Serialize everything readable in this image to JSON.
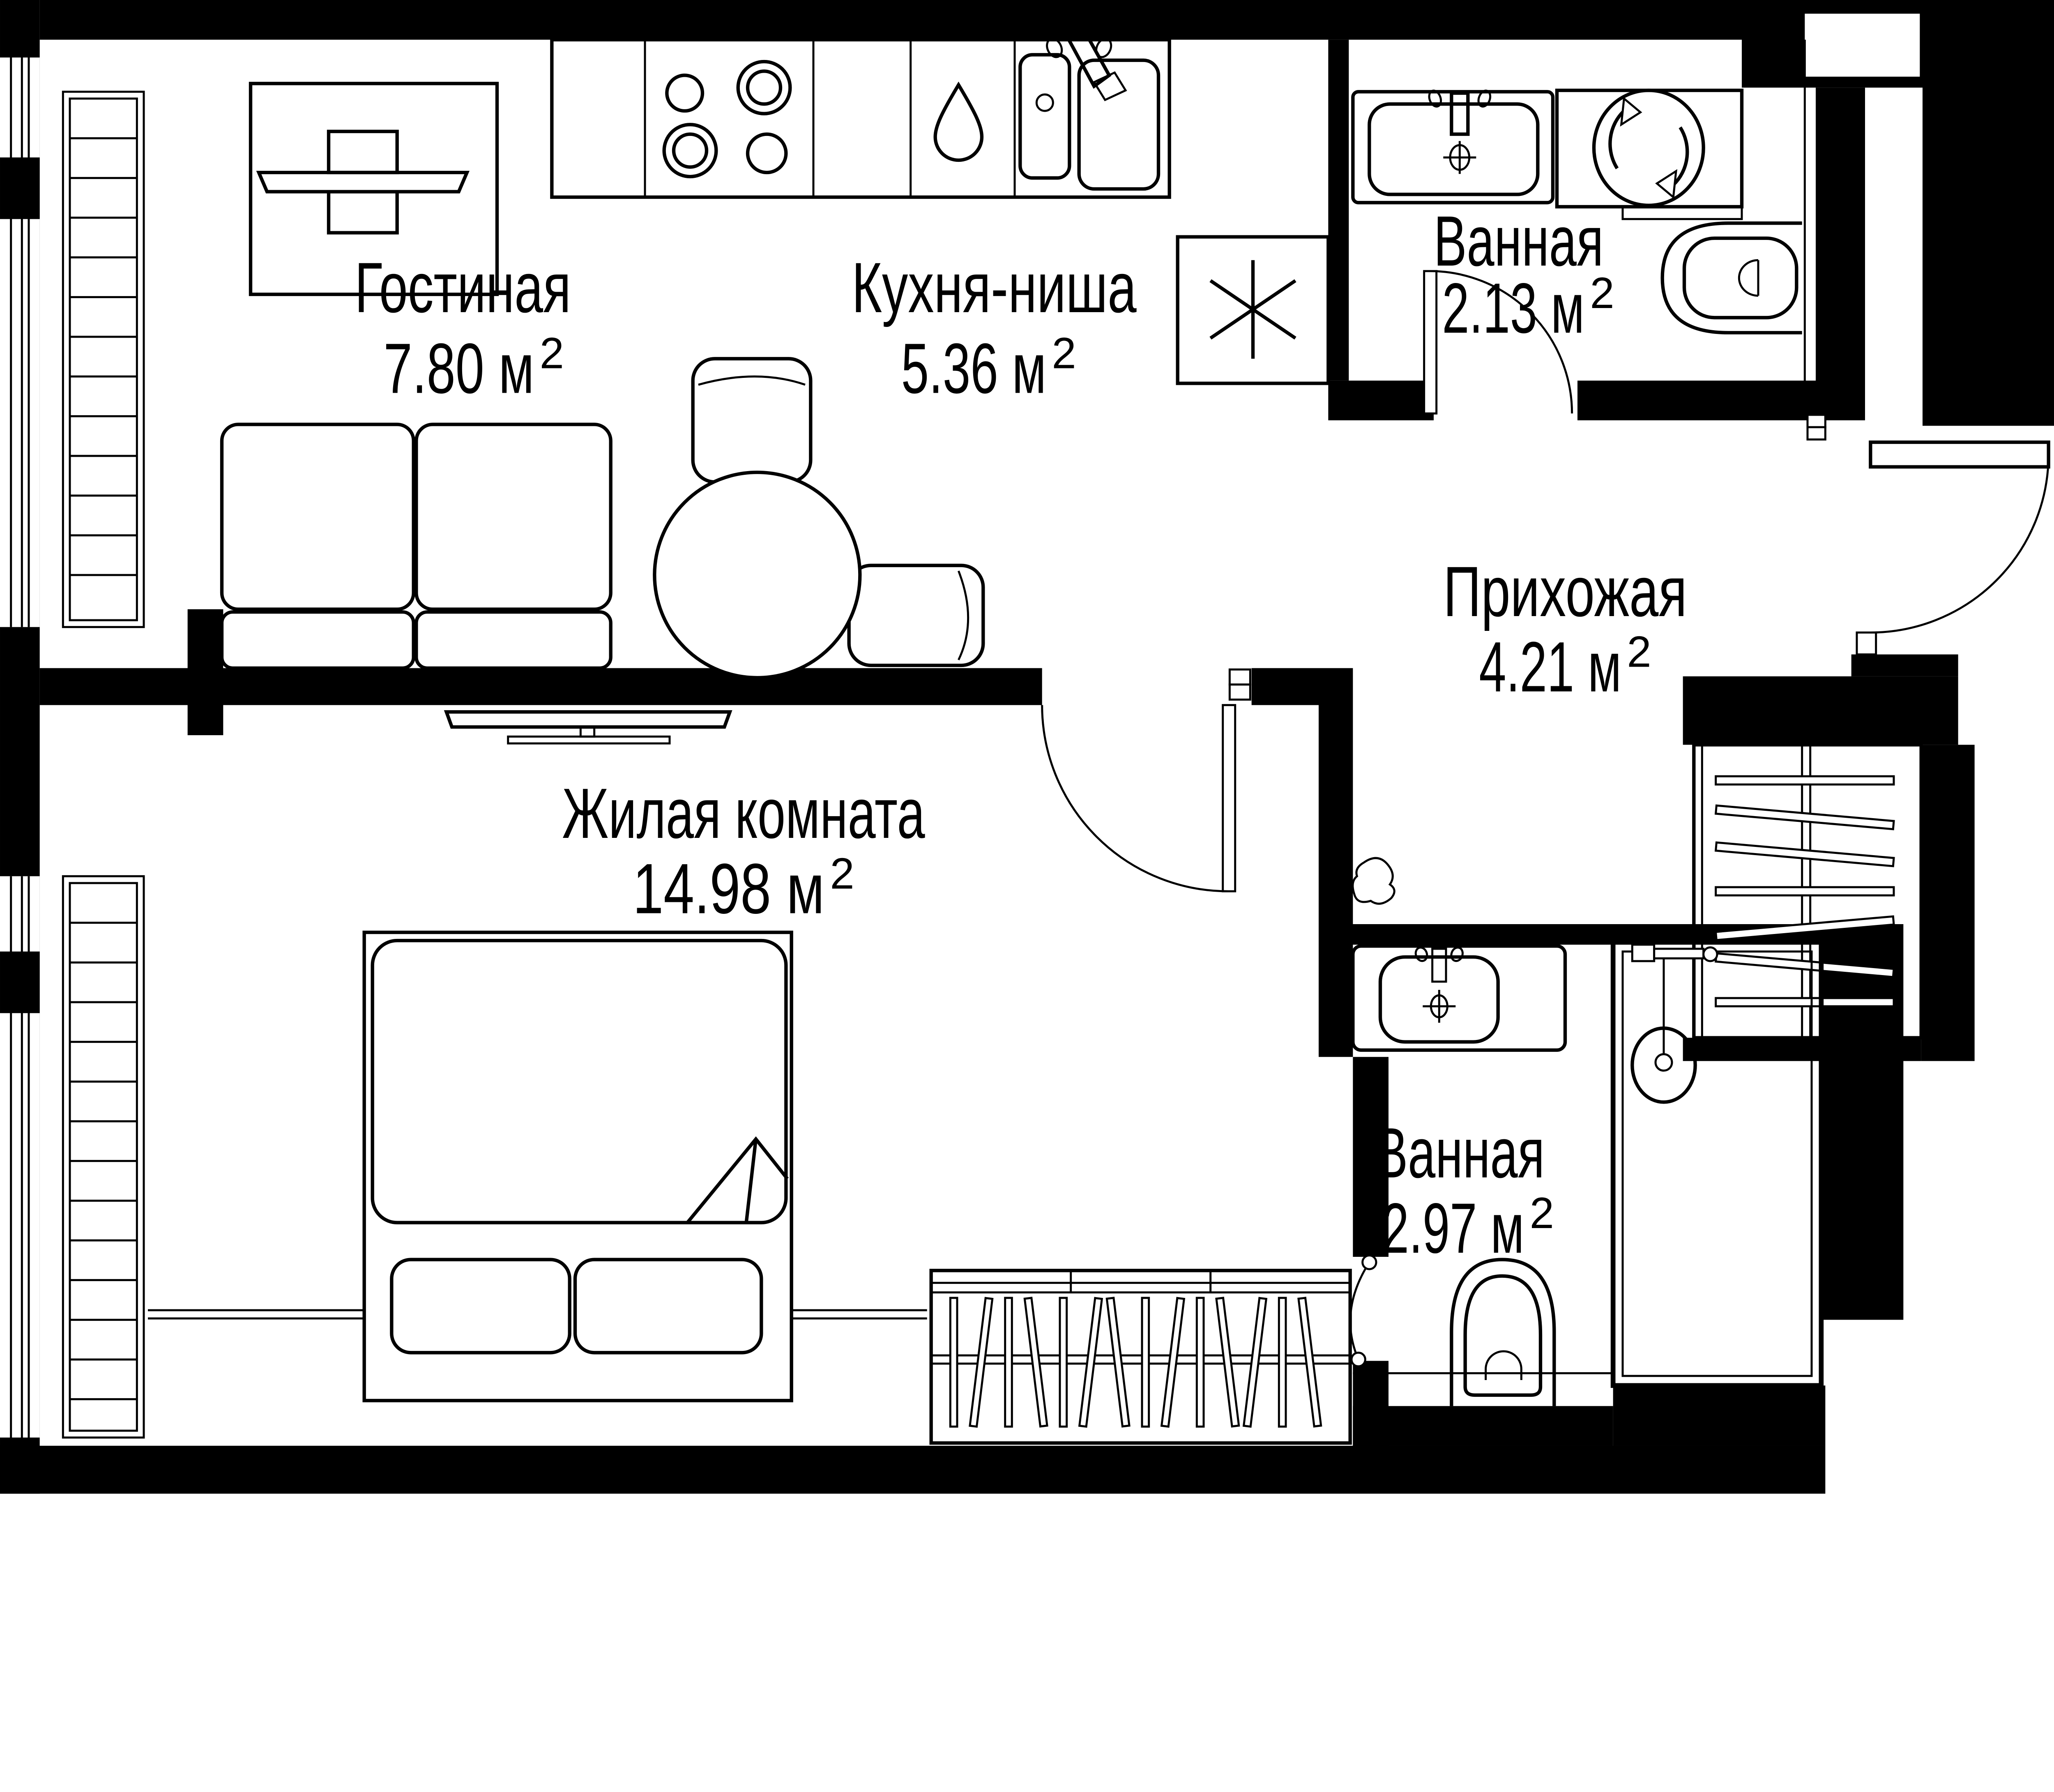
{
  "plan": {
    "title": "apartment-floor-plan",
    "colors": {
      "line": "#000000",
      "background": "#ffffff"
    },
    "rooms": [
      {
        "id": "living",
        "name": "Гостиная",
        "area_label": "7.80 м",
        "area_sup": "2"
      },
      {
        "id": "kitchen",
        "name": "Кухня-ниша",
        "area_label": "5.36 м",
        "area_sup": "2"
      },
      {
        "id": "bath-top",
        "name": "Ванная",
        "area_label": "2.13 м",
        "area_sup": "2"
      },
      {
        "id": "hallway",
        "name": "Прихожая",
        "area_label": "4.21 м",
        "area_sup": "2"
      },
      {
        "id": "bedroom",
        "name": "Жилая комната",
        "area_label": "14.98 м",
        "area_sup": "2"
      },
      {
        "id": "bath-bottom",
        "name": "Ванная",
        "area_label": "2.97 м",
        "area_sup": "2"
      }
    ],
    "fixtures": [
      "tv-unit-icon",
      "tv-icon",
      "sofa-icon",
      "dining-table-icon",
      "chair-icon",
      "stove-icon",
      "water-drop-icon",
      "kitchen-sink-icon",
      "vent-shaft-icon",
      "bathroom-sink-icon",
      "washing-machine-icon",
      "toilet-icon",
      "shower-icon",
      "radiator-icon",
      "window-icon",
      "bed-icon",
      "pillow-icon",
      "rug-icon",
      "wardrobe-hangers-icon",
      "closet-hangers-icon",
      "door-swing-icon",
      "decor-icon"
    ]
  }
}
